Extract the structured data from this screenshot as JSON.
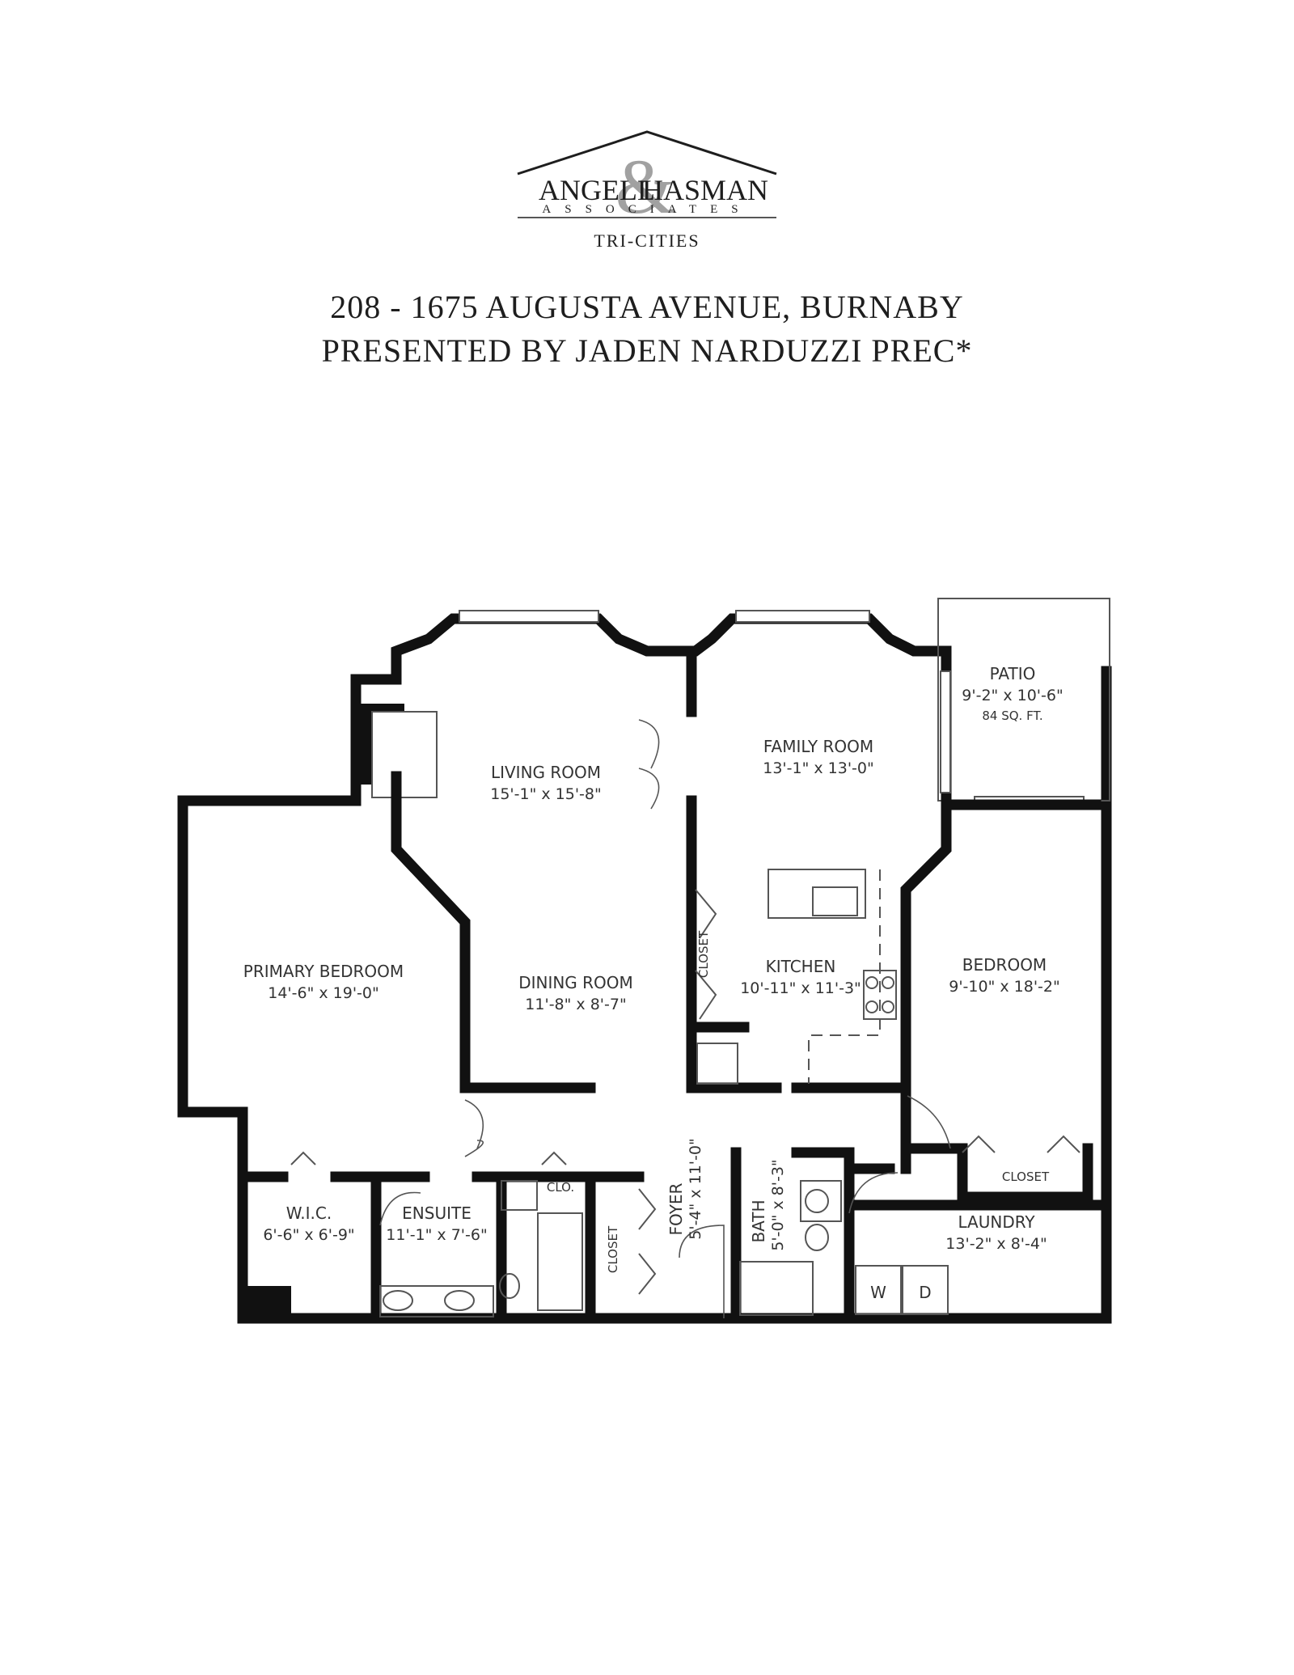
{
  "logo": {
    "brand_left": "ANGELL",
    "brand_right": "HASMAN",
    "ampersand": "&",
    "associates": "ASSOCIATES",
    "region": "TRI-CITIES"
  },
  "header": {
    "address": "208 - 1675 AUGUSTA AVENUE, BURNABY",
    "presenter": "PRESENTED BY JADEN NARDUZZI PREC*"
  },
  "rooms": {
    "patio": {
      "name": "PATIO",
      "dims": "9'-2\" x 10'-6\"",
      "area": "84 SQ. FT."
    },
    "family_room": {
      "name": "FAMILY ROOM",
      "dims": "13'-1\" x 13'-0\""
    },
    "living_room": {
      "name": "LIVING ROOM",
      "dims": "15'-1\" x 15'-8\""
    },
    "primary_bedroom": {
      "name": "PRIMARY BEDROOM",
      "dims": "14'-6\" x 19'-0\""
    },
    "dining_room": {
      "name": "DINING ROOM",
      "dims": "11'-8\" x 8'-7\""
    },
    "kitchen": {
      "name": "KITCHEN",
      "dims": "10'-11\"  x 11'-3\""
    },
    "bedroom": {
      "name": "BEDROOM",
      "dims": "9'-10\" x 18'-2\""
    },
    "wic": {
      "name": "W.I.C.",
      "dims": "6'-6\" x 6'-9\""
    },
    "ensuite": {
      "name": "ENSUITE",
      "dims": "11'-1\"  x 7'-6\""
    },
    "foyer": {
      "name": "FOYER",
      "dims": "5'-4\" x 11'-0\""
    },
    "bath": {
      "name": "BATH",
      "dims": "5'-0\" x 8'-3\""
    },
    "laundry": {
      "name": "LAUNDRY",
      "dims": "13'-2\" x 8'-4\""
    }
  },
  "labels": {
    "closet_kitchen": "CLOSET",
    "closet_foyer": "CLOSET",
    "closet_bedroom": "CLOSET",
    "clo": "CLO.",
    "washer": "W",
    "dryer": "D"
  }
}
